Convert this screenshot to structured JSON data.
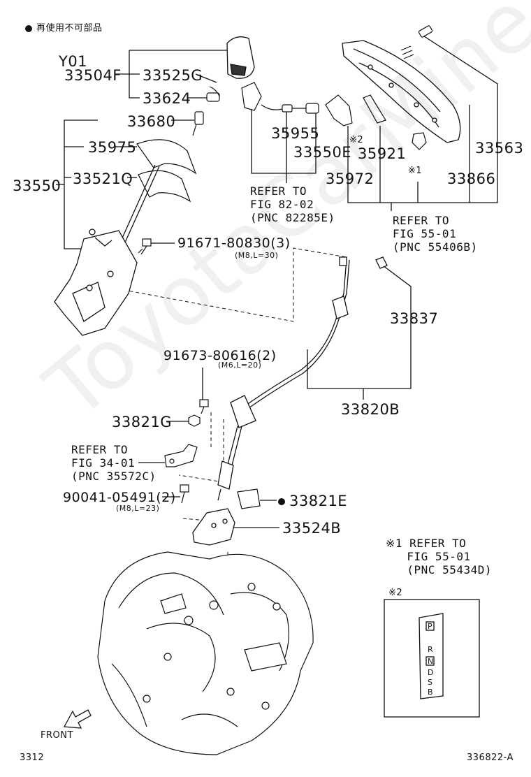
{
  "legend": {
    "note": "再使用不可部品"
  },
  "labels": {
    "y01": "Y01",
    "p33504F": "33504F",
    "p33525G": "33525G",
    "p33624": "33624",
    "p33680": "33680",
    "p35975": "35975",
    "p33550": "33550",
    "p33521Q": "33521Q",
    "p91671": "91671-80830(3)",
    "p91671_spec": "(M8,L=30)",
    "p35955": "35955",
    "p33550E": "33550E",
    "p35972": "35972",
    "p35921": "35921",
    "p35921_mark": "※2",
    "p35921_mark1": "※1",
    "p33866": "33866",
    "p33563": "33563",
    "p33837": "33837",
    "p91673": "91673-80616(2)",
    "p91673_spec": "(M6,L=20)",
    "p33820B": "33820B",
    "p33821G": "33821G",
    "p90041": "90041-05491(2)",
    "p90041_spec": "(M8,L=23)",
    "p33821E": "33821E",
    "p33524B": "33524B"
  },
  "refs": {
    "ref82": "REFER TO\nFIG 82-02\n(PNC 82285E)",
    "ref55a": "REFER TO\nFIG 55-01\n(PNC 55406B)",
    "ref34": "REFER TO\nFIG 34-01\n(PNC 35572C)",
    "note1": "※1 REFER TO\n   FIG 55-01\n   (PNC 55434D)"
  },
  "inset": {
    "title": "※2",
    "positions": [
      "P",
      "R",
      "N",
      "D",
      "S",
      "B"
    ]
  },
  "footer": {
    "front": "FRONT",
    "page": "3312",
    "code": "336822-A"
  }
}
